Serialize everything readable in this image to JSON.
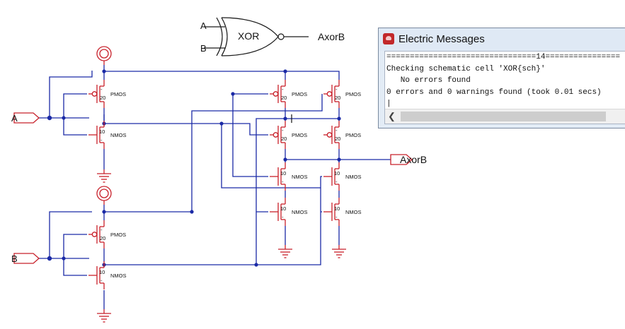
{
  "symbol": {
    "input_a": "A",
    "input_b": "B",
    "gate_label": "XOR",
    "output": "AxorB"
  },
  "ports": {
    "a": "A",
    "b": "B",
    "out": "AxorB"
  },
  "transistors": {
    "pmos": "PMOS",
    "nmos": "NMOS",
    "pmos_size": "20",
    "nmos_size": "10",
    "pmos_sign": "-",
    "nmos_sign": "-"
  },
  "messages": {
    "title": "Electric Messages",
    "lines": [
      "================================14================",
      "Checking schematic cell 'XOR{sch}'",
      "   No errors found",
      "0 errors and 0 warnings found (took 0.01 secs)",
      "|"
    ]
  },
  "colors": {
    "wire": "#1b2aa6",
    "device": "#c8202a",
    "window": "#dfe9f5"
  }
}
